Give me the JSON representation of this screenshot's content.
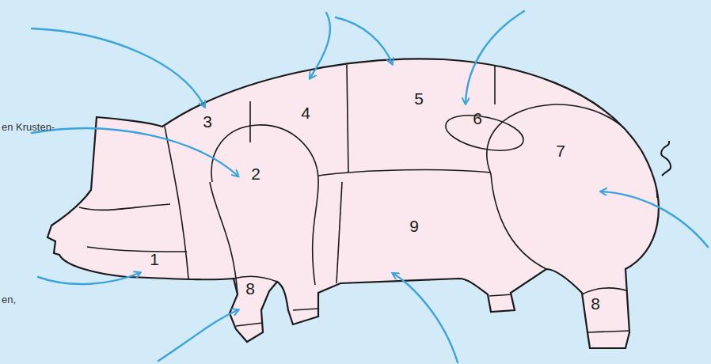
{
  "diagram": {
    "labels": [
      "en Krusten-",
      "3",
      "2",
      "4",
      "5",
      "6",
      "7",
      "9",
      "1",
      "en,",
      "8",
      "8"
    ]
  }
}
